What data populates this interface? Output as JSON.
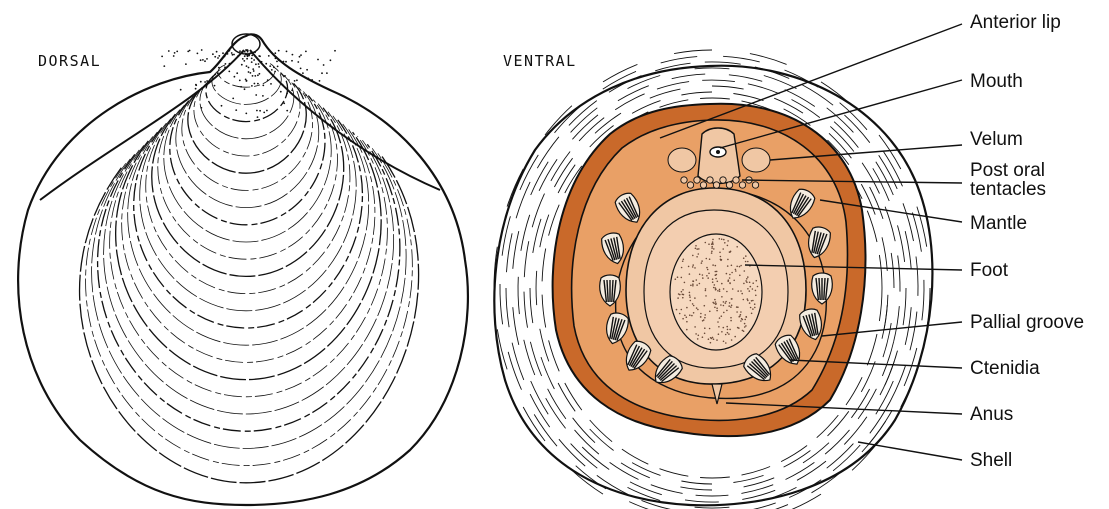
{
  "views": {
    "dorsal": "DORSAL",
    "ventral": "VENTRAL"
  },
  "labels": {
    "anterior_lip": "Anterior lip",
    "mouth": "Mouth",
    "velum": "Velum",
    "post_oral_line1": "Post oral",
    "post_oral_line2": "tentacles",
    "mantle": "Mantle",
    "foot": "Foot",
    "pallial_groove": "Pallial groove",
    "ctenidia": "Ctenidia",
    "anus": "Anus",
    "shell": "Shell"
  },
  "colors": {
    "mantle_edge": "#c9692a",
    "mantle_body": "#e9a066",
    "foot_outer": "#f0c7a4",
    "foot_inner": "#f6d9c0",
    "ctenidia": "#f4ece0",
    "ink": "#111111"
  }
}
